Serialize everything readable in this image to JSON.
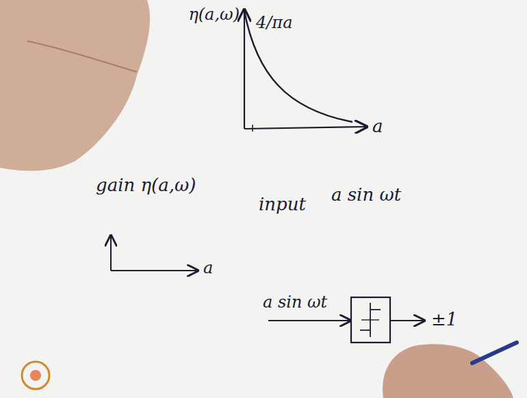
{
  "diagram": {
    "labels": [
      "η(a,ω)",
      "4/πa",
      "a",
      "gain η(a,ω)",
      "a",
      "input",
      "a sin ωt",
      "a sin ωt",
      "±1"
    ]
  }
}
